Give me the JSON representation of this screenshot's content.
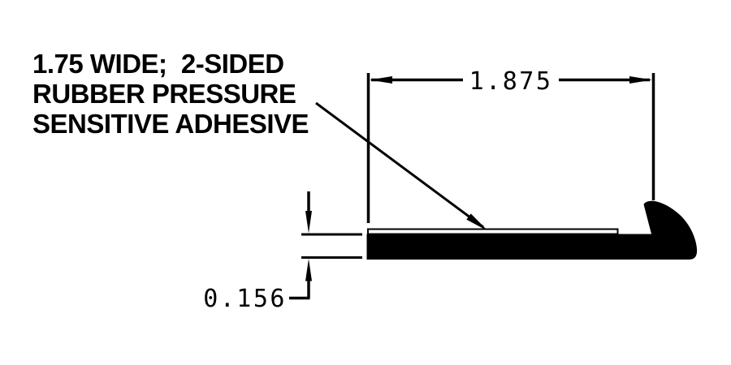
{
  "drawing": {
    "title": "extrusion-cross-section-detail",
    "ink_color": "#000000",
    "paper_color": "#ffffff",
    "note": {
      "lines": [
        "1.75 WIDE;  2-SIDED",
        "RUBBER PRESSURE",
        "SENSITIVE ADHESIVE"
      ],
      "points_to": "adhesive-strip"
    },
    "dimensions": {
      "overall_width": {
        "value": "1.875",
        "orientation": "horizontal"
      },
      "thickness": {
        "value": "0.156",
        "orientation": "vertical"
      }
    },
    "parts": {
      "adhesive_strip": "thin outlined strip on top of profile",
      "profile": "solid black extrusion bar with curled bulb at right end"
    }
  }
}
